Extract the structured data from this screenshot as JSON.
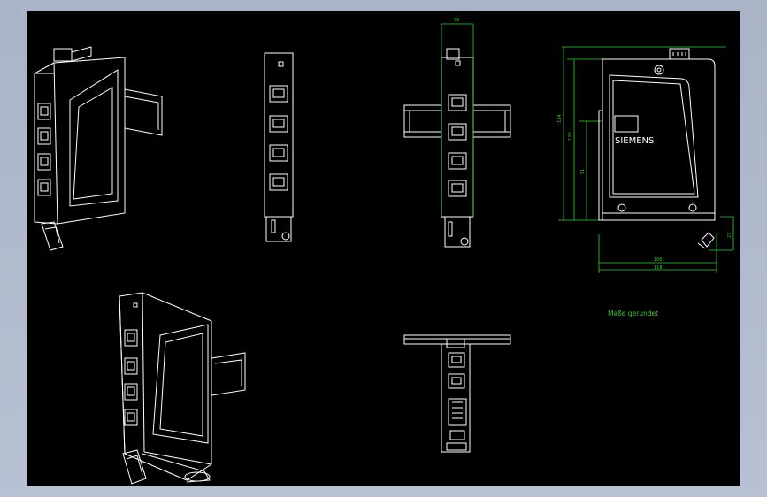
{
  "drawing": {
    "background_color": "#000000",
    "line_color": "#ffffff",
    "dimension_color": "#2fd12f",
    "brand_label": "SIEMENS",
    "note": "Maße gerundet",
    "dimensions": {
      "top_width": "30",
      "height_total": "134",
      "height_inner": "120",
      "height_rail": "91",
      "depth_small": "27",
      "depth_inner": "106",
      "depth_total": "118"
    }
  }
}
